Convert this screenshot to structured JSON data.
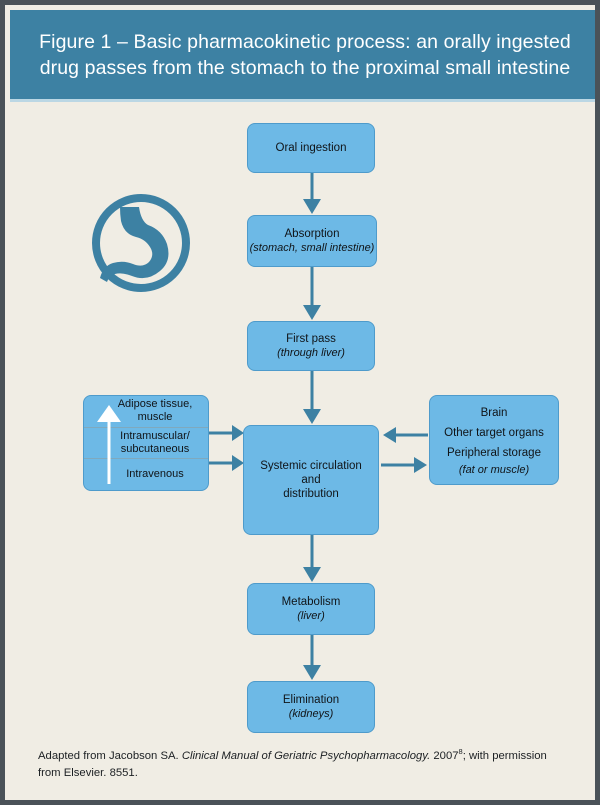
{
  "header": {
    "title": "Figure 1 – Basic pharmacokinetic process: an orally ingested drug passes from the stomach to the proximal small intestine"
  },
  "colors": {
    "header_band": "#3D81A3",
    "box_fill": "#6DB9E6",
    "box_border": "#4E9BCB",
    "arrow": "#3D81A3",
    "page_background": "#F0EDE4",
    "page_border": "#4A5258",
    "text": "#101418"
  },
  "icons": {
    "stomach": "stomach-icon"
  },
  "flow": {
    "oral_ingestion": {
      "title": "Oral ingestion",
      "sub": ""
    },
    "absorption": {
      "title": "Absorption",
      "sub": "(stomach, small intestine)"
    },
    "first_pass": {
      "title": "First pass",
      "sub": "(through liver)"
    },
    "systemic": {
      "line1": "Systemic circulation",
      "line2": "and",
      "line3": "distribution"
    },
    "metabolism": {
      "title": "Metabolism",
      "sub": "(liver)"
    },
    "elimination": {
      "title": "Elimination",
      "sub": "(kidneys)"
    }
  },
  "routes": {
    "items": [
      {
        "label": "Adipose tissue, muscle"
      },
      {
        "label": "Intramuscular/ subcutaneous"
      },
      {
        "label": "Intravenous"
      }
    ]
  },
  "targets": {
    "line1": "Brain",
    "line2": "Other target organs",
    "line3": "Peripheral storage",
    "line4": "(fat or muscle)"
  },
  "caption": {
    "prefix": "Adapted from Jacobson SA. ",
    "italic_title": "Clinical Manual of Geriatric Psychopharmacology.",
    "year": " 2007",
    "superscript": "8",
    "suffix": "; with permission from Elsevier. 8551."
  }
}
